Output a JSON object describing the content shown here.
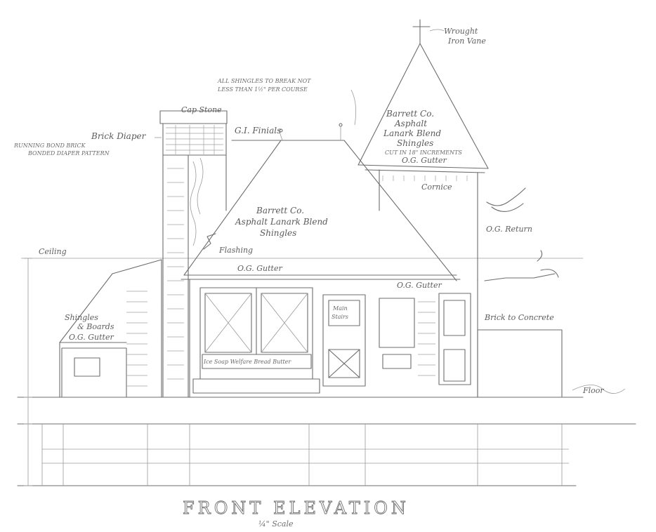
{
  "drawing": {
    "title": "FRONT ELEVATION",
    "scale": "¼\" Scale"
  },
  "labels": {
    "vane": [
      "Wrought",
      "Iron Vane"
    ],
    "shingle_note": [
      "ALL SHINGLES TO BREAK NOT",
      "LESS THAN 1½\" PER COURSE"
    ],
    "tower_roof": [
      "Barrett Co.",
      "Asphalt",
      "Lanark Blend",
      "Shingles"
    ],
    "tower_small_note": "CUT IN 18\" INCREMENTS",
    "tower_gutter": "O.G. Gutter",
    "tower_cornice": "Cornice",
    "cap_stone": "Cap Stone",
    "brick_diaper": "Brick Diaper",
    "brick_note": [
      "RUNNING BOND BRICK",
      "BONDED DIAPER PATTERN"
    ],
    "finials": "G.I. Finials",
    "main_roof": [
      "Barrett Co.",
      "Asphalt Lanark Blend",
      "Shingles"
    ],
    "ceiling": "Ceiling",
    "flashing": "Flashing",
    "main_gutter": "O.G. Gutter",
    "right_gutter": "O.G. Gutter",
    "side_roof": [
      "Shingles",
      "& Boards"
    ],
    "side_gutter": "O.G. Gutter",
    "door_sign": [
      "Main",
      "Stairs"
    ],
    "window_sign": "Ice Soap Welfare Bread Butter",
    "brick_conc": "Brick to Concrete",
    "floor": "Floor",
    "og_return": "O.G. Return"
  }
}
